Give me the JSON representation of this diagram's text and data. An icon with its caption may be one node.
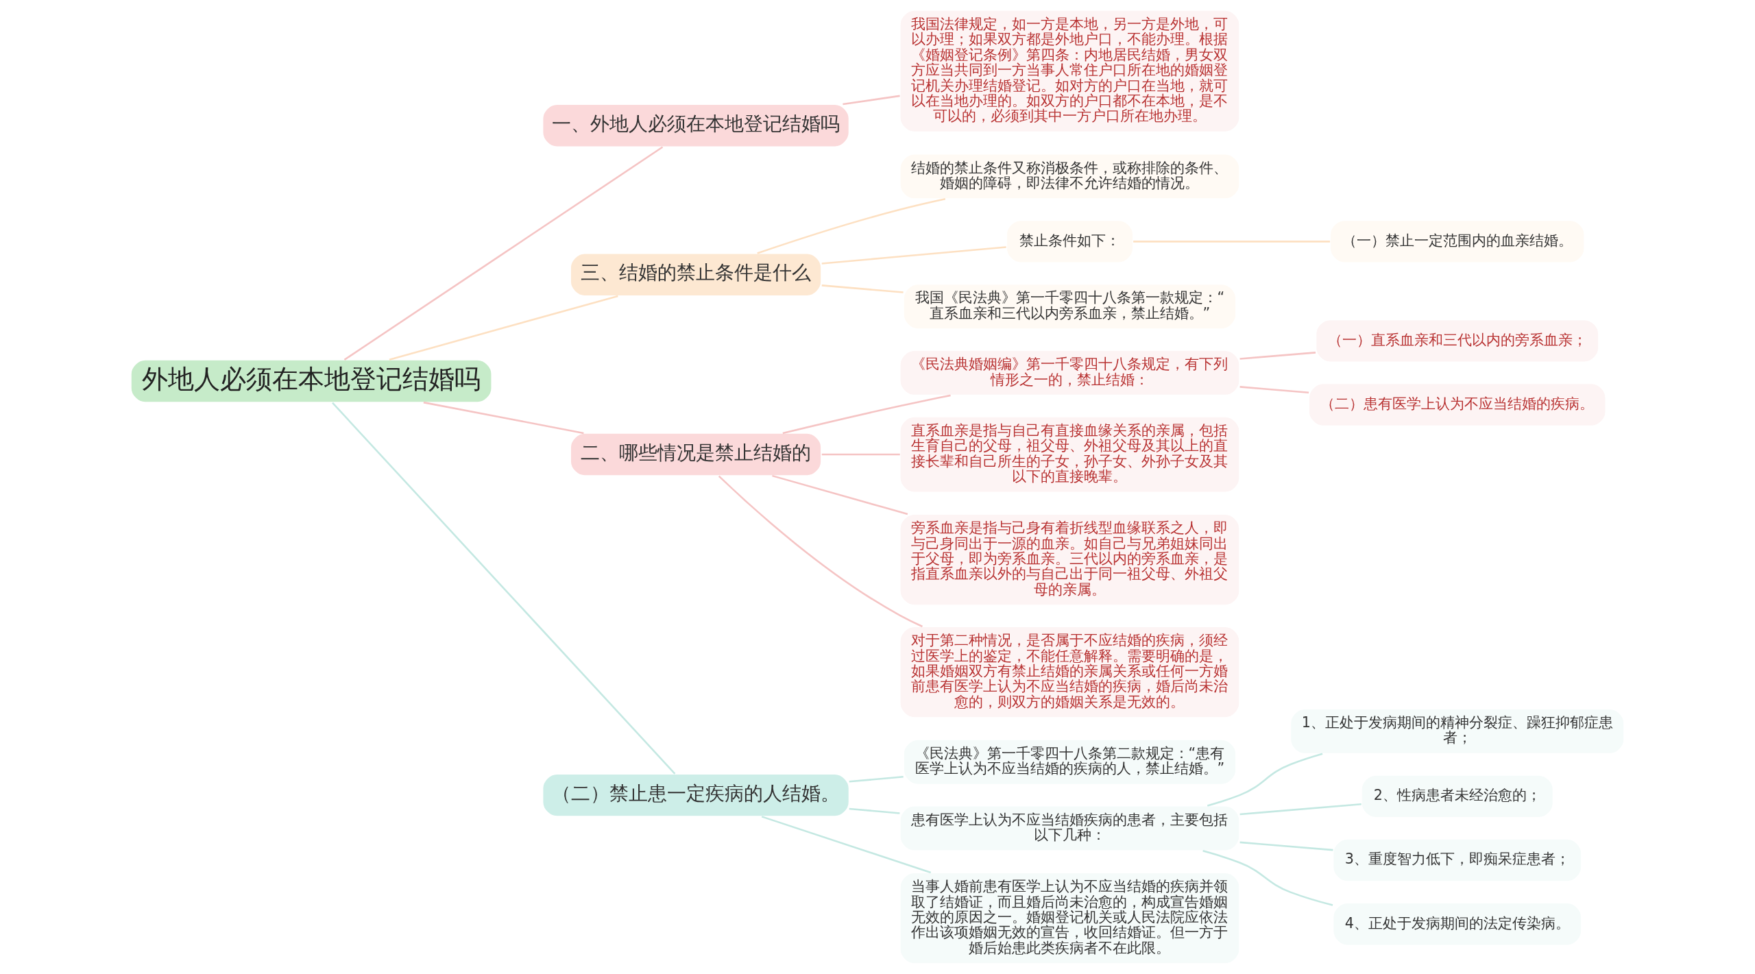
{
  "diagram": {
    "nodes": [
      {
        "text": [
          "外地人必须在本地登记结婚吗"
        ]
      },
      {
        "text": [
          "一、外地人必须在本地登记结婚吗"
        ]
      },
      {
        "text": [
          "我国法律规定，如一方是本地，另一方是外地，可以办理；如果双方都是外地户口，不能办理。根据《婚姻登记条例》第四条：内地居民结婚，男女双方应当共同到一方当事人常住户口所在地的婚姻登记机关办理结婚登记。如对方的户口在当地，就可以在当地办理的。如双方的户口都不在本地，是不可以的，必须到其中一方户口所在地办理。"
        ]
      },
      {
        "text": [
          "三、结婚的禁止条件是什么"
        ]
      },
      {
        "text": [
          "结婚的禁止条件又称消极条件，或称排除的条件、婚姻的障碍，即法律不允许结婚的情况。"
        ]
      },
      {
        "text": [
          "禁止条件如下："
        ]
      },
      {
        "text": [
          "（一）禁止一定范围内的血亲结婚。"
        ]
      },
      {
        "text": [
          "我国《民法典》第一千零四十八条第一款规定：“直系血亲和三代以内旁系血亲，禁止结婚。”"
        ]
      },
      {
        "text": [
          "二、哪些情况是禁止结婚的"
        ]
      },
      {
        "text": [
          "《民法典婚姻编》第一千零四十八条规定，有下列情形之一的，禁止结婚："
        ]
      },
      {
        "text": [
          "（一）直系血亲和三代以内的旁系血亲；"
        ]
      },
      {
        "text": [
          "（二）患有医学上认为不应当结婚的疾病。"
        ]
      },
      {
        "text": [
          "直系血亲是指与自己有直接血缘关系的亲属，包括生育自己的父母，祖父母、外祖父母及其以上的直接长辈和自己所生的子女，孙子女、外孙子女及其以下的直接晚辈。"
        ]
      },
      {
        "text": [
          "旁系血亲是指与己身有着折线型血缘联系之人，即与己身同出于一源的血亲。如自己与兄弟姐妹同出于父母，即为旁系血亲。三代以内的旁系血亲，是指直系血亲以外的与自己出于同一祖父母、外祖父母的亲属。"
        ]
      },
      {
        "text": [
          "对于第二种情况，是否属于不应结婚的疾病，须经过医学上的鉴定，不能任意解释。需要明确的是，如果婚姻双方有禁止结婚的亲属关系或任何一方婚前患有医学上认为不应当结婚的疾病，婚后尚未治愈的，则双方的婚姻关系是无效的。"
        ]
      },
      {
        "text": [
          "（二）禁止患一定疾病的人结婚。"
        ]
      },
      {
        "text": [
          "《民法典》第一千零四十八条第二款规定：“患有医学上认为不应当结婚的疾病的人，禁止结婚。”"
        ]
      },
      {
        "text": [
          "患有医学上认为不应当结婚疾病的患者，主要包括以下几种："
        ]
      },
      {
        "text": [
          "1、正处于发病期间的精神分裂症、躁狂抑郁症患者；"
        ]
      },
      {
        "text": [
          "2、性病患者未经治愈的；"
        ]
      },
      {
        "text": [
          "3、重度智力低下，即痴呆症患者；"
        ]
      },
      {
        "text": [
          "4、正处于发病期间的法定传染病。"
        ]
      },
      {
        "text": [
          "当事人婚前患有医学上认为不应当结婚的疾病并领取了结婚证，而且婚后尚未治愈的，构成宣告婚姻无效的原因之一。婚姻登记机关或人民法院应依法作出该项婚姻无效的宣告，收回结婚证。但一方于婚后始患此类疾病者不在此限。"
        ]
      }
    ],
    "edges": [
      {
        "from": 0,
        "to": 1,
        "arrow": "none"
      },
      {
        "from": 1,
        "to": 2,
        "arrow": "none"
      },
      {
        "from": 0,
        "to": 3,
        "arrow": "none",
        "color": "#fde0c2"
      },
      {
        "from": 3,
        "to": 4,
        "arrow": "none",
        "color": "#fde0c2"
      },
      {
        "from": 3,
        "to": 5,
        "arrow": "none",
        "color": "#fde0c2"
      },
      {
        "from": 5,
        "to": 6,
        "arrow": "none",
        "color": "#fde0c2"
      },
      {
        "from": 3,
        "to": 7,
        "arrow": "none",
        "color": "#fde0c2"
      },
      {
        "from": 0,
        "to": 8,
        "arrow": "none"
      },
      {
        "from": 8,
        "to": 9,
        "arrow": "none"
      },
      {
        "from": 9,
        "to": 10,
        "arrow": "none"
      },
      {
        "from": 9,
        "to": 11,
        "arrow": "none"
      },
      {
        "from": 8,
        "to": 12,
        "arrow": "none"
      },
      {
        "from": 8,
        "to": 13,
        "arrow": "none"
      },
      {
        "from": 8,
        "to": 14,
        "arrow": "none"
      },
      {
        "from": 0,
        "to": 15,
        "arrow": "none",
        "color": "#c4e8e2"
      },
      {
        "from": 15,
        "to": 16,
        "arrow": "none",
        "color": "#c4e8e2"
      },
      {
        "from": 15,
        "to": 17,
        "arrow": "none",
        "color": "#c4e8e2"
      },
      {
        "from": 17,
        "to": 18,
        "arrow": "none",
        "color": "#c4e8e2"
      },
      {
        "from": 17,
        "to": 19,
        "arrow": "none",
        "color": "#c4e8e2"
      },
      {
        "from": 17,
        "to": 20,
        "arrow": "none",
        "color": "#c4e8e2"
      },
      {
        "from": 17,
        "to": 21,
        "arrow": "none",
        "color": "#c4e8e2"
      },
      {
        "from": 15,
        "to": 22,
        "arrow": "none",
        "color": "#c4e8e2"
      }
    ]
  }
}
